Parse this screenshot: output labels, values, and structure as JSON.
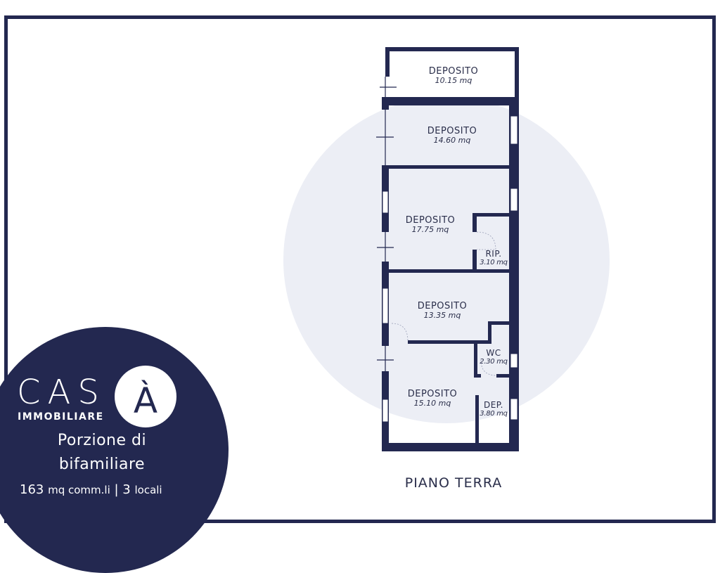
{
  "brand": {
    "name": "CAS",
    "logo_letter": "À",
    "subtitle": "IMMOBILIARE"
  },
  "listing": {
    "line1": "Porzione di",
    "line2": "bifamiliare",
    "area_value": "163",
    "area_unit": "mq comm.li",
    "separator": "|",
    "rooms_value": "3",
    "rooms_unit": "locali"
  },
  "floor_label": "PIANO TERRA",
  "rooms": [
    {
      "name": "DEPOSITO",
      "area": "10.15 mq"
    },
    {
      "name": "DEPOSITO",
      "area": "14.60 mq"
    },
    {
      "name": "DEPOSITO",
      "area": "17.75 mq"
    },
    {
      "name": "RIP.",
      "area": "3.10 mq"
    },
    {
      "name": "DEPOSITO",
      "area": "13.35 mq"
    },
    {
      "name": "WC",
      "area": "2.30 mq"
    },
    {
      "name": "DEPOSITO",
      "area": "15.10 mq"
    },
    {
      "name": "DEP.",
      "area": "3.80 mq"
    }
  ],
  "colors": {
    "navy": "#232850",
    "watermark": "#eceef5"
  }
}
